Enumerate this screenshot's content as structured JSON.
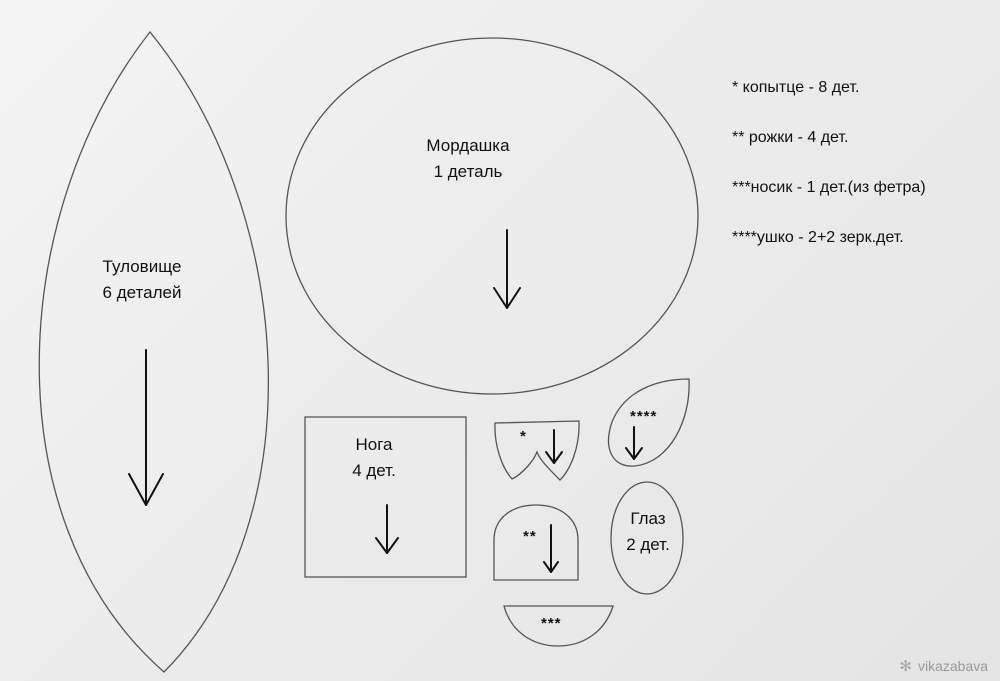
{
  "pieces": {
    "body": {
      "name": "Туловище",
      "count": "6 деталей"
    },
    "face": {
      "name": "Мордашка",
      "count": "1 деталь"
    },
    "leg": {
      "name": "Нога",
      "count": "4 дет."
    },
    "eye": {
      "name": "Глаз",
      "count": "2 дет."
    },
    "hoof": {
      "mark": "*"
    },
    "horn": {
      "mark": "**"
    },
    "nose": {
      "mark": "***"
    },
    "ear": {
      "mark": "****"
    }
  },
  "legend": {
    "hooves": "* копытце - 8 дет.",
    "horns": "** рожки - 4 дет.",
    "nose": "***носик - 1 дет.(из фетра)",
    "ear": "****ушко - 2+2 зерк.дет."
  },
  "watermark": {
    "text": "vikazabava",
    "icon": "snowflake-icon"
  }
}
